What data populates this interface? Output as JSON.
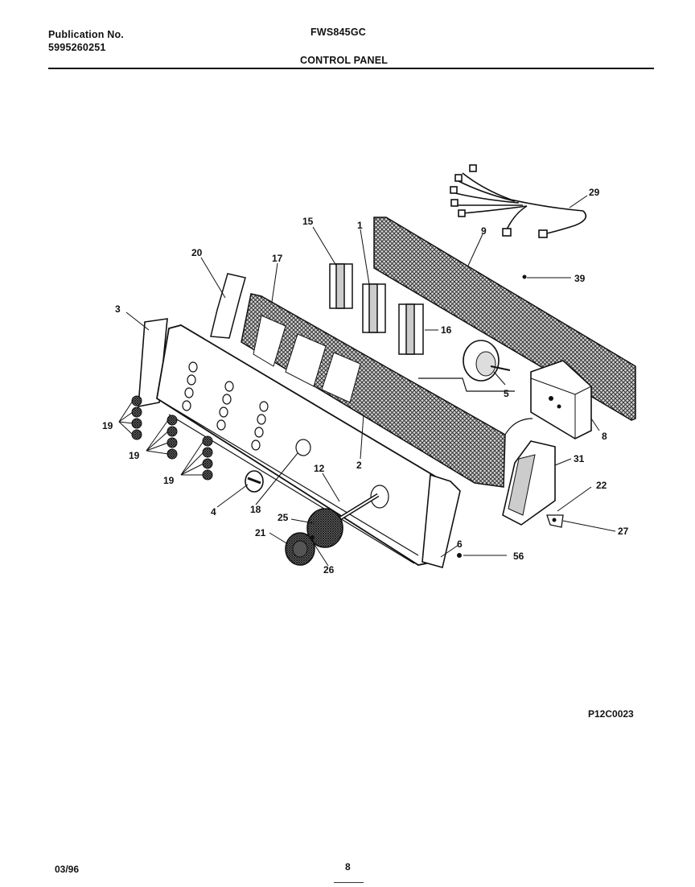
{
  "header": {
    "publication_label": "Publication No.",
    "publication_number": "5995260251",
    "model": "FWS845GC",
    "section_title": "CONTROL PANEL"
  },
  "diagram": {
    "callouts": [
      "29",
      "15",
      "1",
      "9",
      "39",
      "20",
      "17",
      "3",
      "16",
      "5",
      "8",
      "19",
      "19",
      "19",
      "2",
      "31",
      "22",
      "12",
      "4",
      "18",
      "25",
      "27",
      "21",
      "6",
      "56",
      "26"
    ]
  },
  "footer": {
    "drawing_code": "P12C0023",
    "date": "03/96",
    "page": "8"
  }
}
